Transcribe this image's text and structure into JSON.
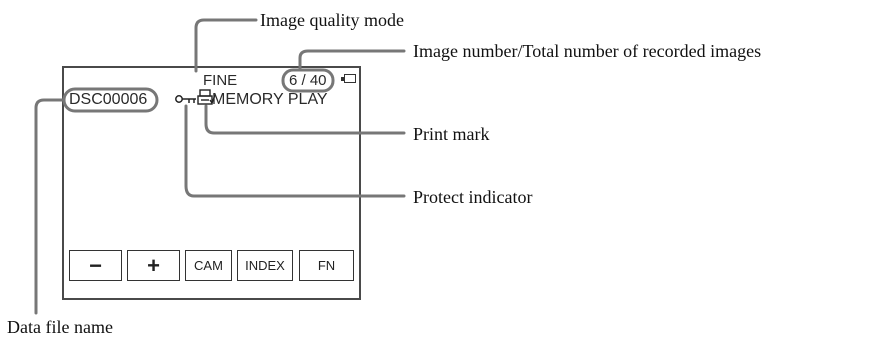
{
  "lcd": {
    "quality": "FINE",
    "image_counter": "6 / 40",
    "file_name": "DSC00006",
    "mode": "MEMORY  PLAY",
    "protect_glyph": "o—π",
    "print_glyph": "⎙",
    "buttons": [
      "−",
      "+",
      "CAM",
      "INDEX",
      "FN"
    ]
  },
  "callouts": {
    "image_quality_mode": "Image quality mode",
    "image_number": "Image number/Total number of recorded images",
    "print_mark": "Print mark",
    "protect_indicator": "Protect indicator",
    "data_file_name": "Data file name"
  },
  "icons": [
    "battery-icon",
    "protect-key-icon",
    "print-mark-icon"
  ]
}
